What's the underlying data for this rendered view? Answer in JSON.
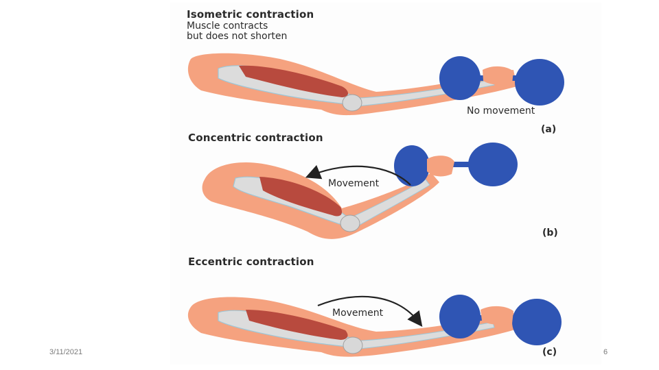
{
  "panels": [
    {
      "title": "Isometric contraction",
      "subtitle_line1": "Muscle contracts",
      "subtitle_line2": "but does not shorten",
      "annotation": "No movement",
      "letter": "(a)"
    },
    {
      "title": "Concentric contraction",
      "annotation": "Movement",
      "letter": "(b)"
    },
    {
      "title": "Eccentric contraction",
      "annotation": "Movement",
      "letter": "(c)"
    }
  ],
  "footer": {
    "date": "3/11/2021",
    "page_number": "6"
  },
  "colors": {
    "skin": "#f5a27f",
    "muscle": "#b84a3e",
    "bone": "#dcdcdc",
    "dumbbell": "#2f55b4"
  }
}
